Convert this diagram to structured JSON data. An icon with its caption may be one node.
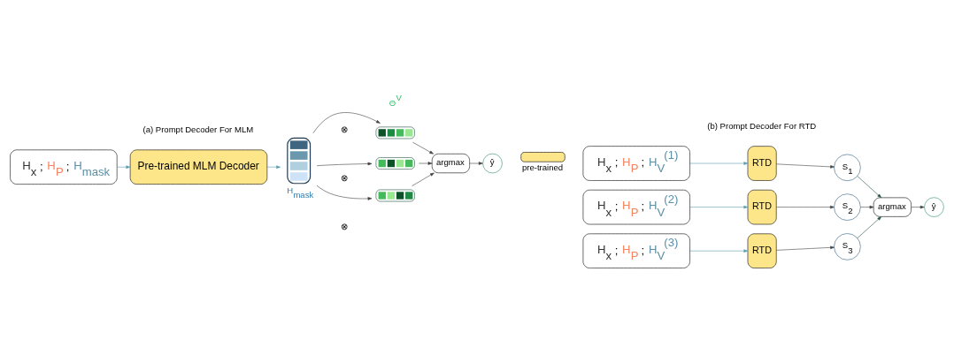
{
  "diagram": {
    "nodes": [
      {
        "text": [
          "ŷ"
        ]
      },
      {
        "text": [
          "argmax"
        ]
      },
      {
        "text": [],
        "shape": "box"
      },
      {
        "text": [],
        "shape": "box"
      },
      {
        "text": [],
        "shape": "box"
      },
      {
        "text": [],
        "shape": "box",
        "beside": [
          "H$_{mask}$"
        ]
      },
      {
        "text": [
          "Pre-trained MLM Decoder"
        ]
      },
      {
        "text": [
          "H$_{x}$ ; H$_{P}$ ; H$_{mask}$"
        ]
      },
      {
        "text": [
          "H$_{x}$ ; H$_{P}$ ; H$_{V}$$^{(1)}$"
        ]
      },
      {
        "text": [
          "RTD"
        ]
      },
      {
        "text": [
          "S$_{1}$"
        ]
      },
      {
        "text": [
          "H$_{x}$ ; H$_{P}$ ; H$_{V}$$^{(2)}$"
        ]
      },
      {
        "text": [
          "RTD"
        ]
      },
      {
        "text": [
          "S$_{2}$"
        ]
      },
      {
        "text": [
          "H$_{x}$ ; H$_{P}$ ; H$_{V}$$^{(3)}$"
        ]
      },
      {
        "text": [
          "RTD"
        ]
      },
      {
        "text": [
          "S$_{3}$"
        ]
      },
      {
        "text": [
          "argmax"
        ]
      },
      {
        "text": [
          "ŷ"
        ]
      }
    ],
    "edges": [
      {
        "from": 7,
        "to": 6,
        "arrow": "to",
        "color": "#5b9bb0"
      },
      {
        "from": 6,
        "to": 5,
        "arrow": "to",
        "color": "#5b9bb0"
      },
      {
        "from": 5,
        "to": 2,
        "arrow": "to"
      },
      {
        "from": 5,
        "to": 3,
        "arrow": "to"
      },
      {
        "from": 5,
        "to": 4,
        "arrow": "to"
      },
      {
        "from": 2,
        "to": 1,
        "arrow": "to"
      },
      {
        "from": 3,
        "to": 1,
        "arrow": "to"
      },
      {
        "from": 4,
        "to": 1,
        "arrow": "to"
      },
      {
        "from": 1,
        "to": 0,
        "arrow": "to"
      },
      {
        "from": 8,
        "to": 9,
        "arrow": "to",
        "color": "#5b9bb0"
      },
      {
        "from": 9,
        "to": 10,
        "arrow": "to"
      },
      {
        "from": 11,
        "to": 12,
        "arrow": "to",
        "color": "#5b9bb0"
      },
      {
        "from": 12,
        "to": 13,
        "arrow": "to"
      },
      {
        "from": 14,
        "to": 15,
        "arrow": "to",
        "color": "#5b9bb0"
      },
      {
        "from": 15,
        "to": 16,
        "arrow": "to"
      },
      {
        "from": 10,
        "to": 17,
        "arrow": "to",
        "color": "#1f4e3d"
      },
      {
        "from": 13,
        "to": 17,
        "arrow": "to"
      },
      {
        "from": 16,
        "to": 17,
        "arrow": "to",
        "color": "#1f4e3d"
      },
      {
        "from": 17,
        "to": 18,
        "arrow": "to"
      }
    ],
    "labels": [
      "Θ$^{V}$",
      "⊗",
      "⊗",
      "⊗",
      "(a) Prompt Decoder For MLM",
      "(b) Prompt Decoder For RTD"
    ],
    "legend": [
      {
        "text": "pre-trained",
        "color": "#fde68a"
      }
    ]
  }
}
